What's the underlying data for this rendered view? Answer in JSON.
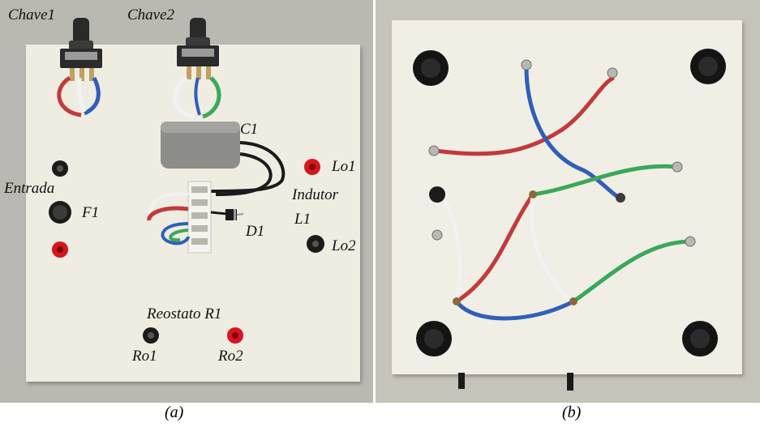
{
  "panel_a": {
    "labels": {
      "chave1": "Chave1",
      "chave2": "Chave2",
      "c1": "C1",
      "lo1": "Lo1",
      "entrada": "Entrada",
      "indutor": "Indutor",
      "f1": "F1",
      "l1": "L1",
      "d1": "D1",
      "lo2": "Lo2",
      "reostato": "Reostato R1",
      "ro1": "Ro1",
      "ro2": "Ro2"
    },
    "caption": "(a)"
  },
  "panel_b": {
    "caption": "(b)"
  },
  "colors": {
    "wire_red": "#c23a3a",
    "wire_blue": "#2f5fb8",
    "wire_green": "#3aa85a",
    "wire_white": "#f2f2f2",
    "terminal_red": "#d8141e",
    "terminal_black": "#1b1b1b"
  }
}
